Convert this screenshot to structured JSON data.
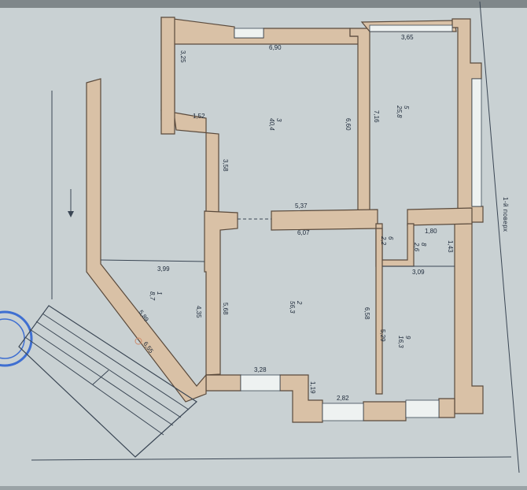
{
  "plan": {
    "floor_label": "1-й поверх",
    "dimensions": {
      "top_690": "6,90",
      "top_365": "3,65",
      "left_325": "3,25",
      "d_152": "1,52",
      "d_358": "3,58",
      "d_660": "6,60",
      "d_716": "7,16",
      "d_537": "5,37",
      "d_607": "6,07",
      "d_180": "1,80",
      "d_143": "1,43",
      "d_309": "3,09",
      "d_399": "3,99",
      "d_435": "4,35",
      "d_568": "5,68",
      "d_589": "5,89",
      "d_655": "6,55",
      "d_658": "6,58",
      "d_529": "5,29",
      "d_328": "3,28",
      "d_119": "1,19",
      "d_282": "2,82"
    },
    "rooms": {
      "r1": "3\n40,4",
      "r2": "5\n25,8",
      "r3": "2\n56,3",
      "r4": "1\n8,7",
      "r5": "6\n2,2",
      "r6": "8\n2,6",
      "r7": "9\n16,3"
    }
  }
}
